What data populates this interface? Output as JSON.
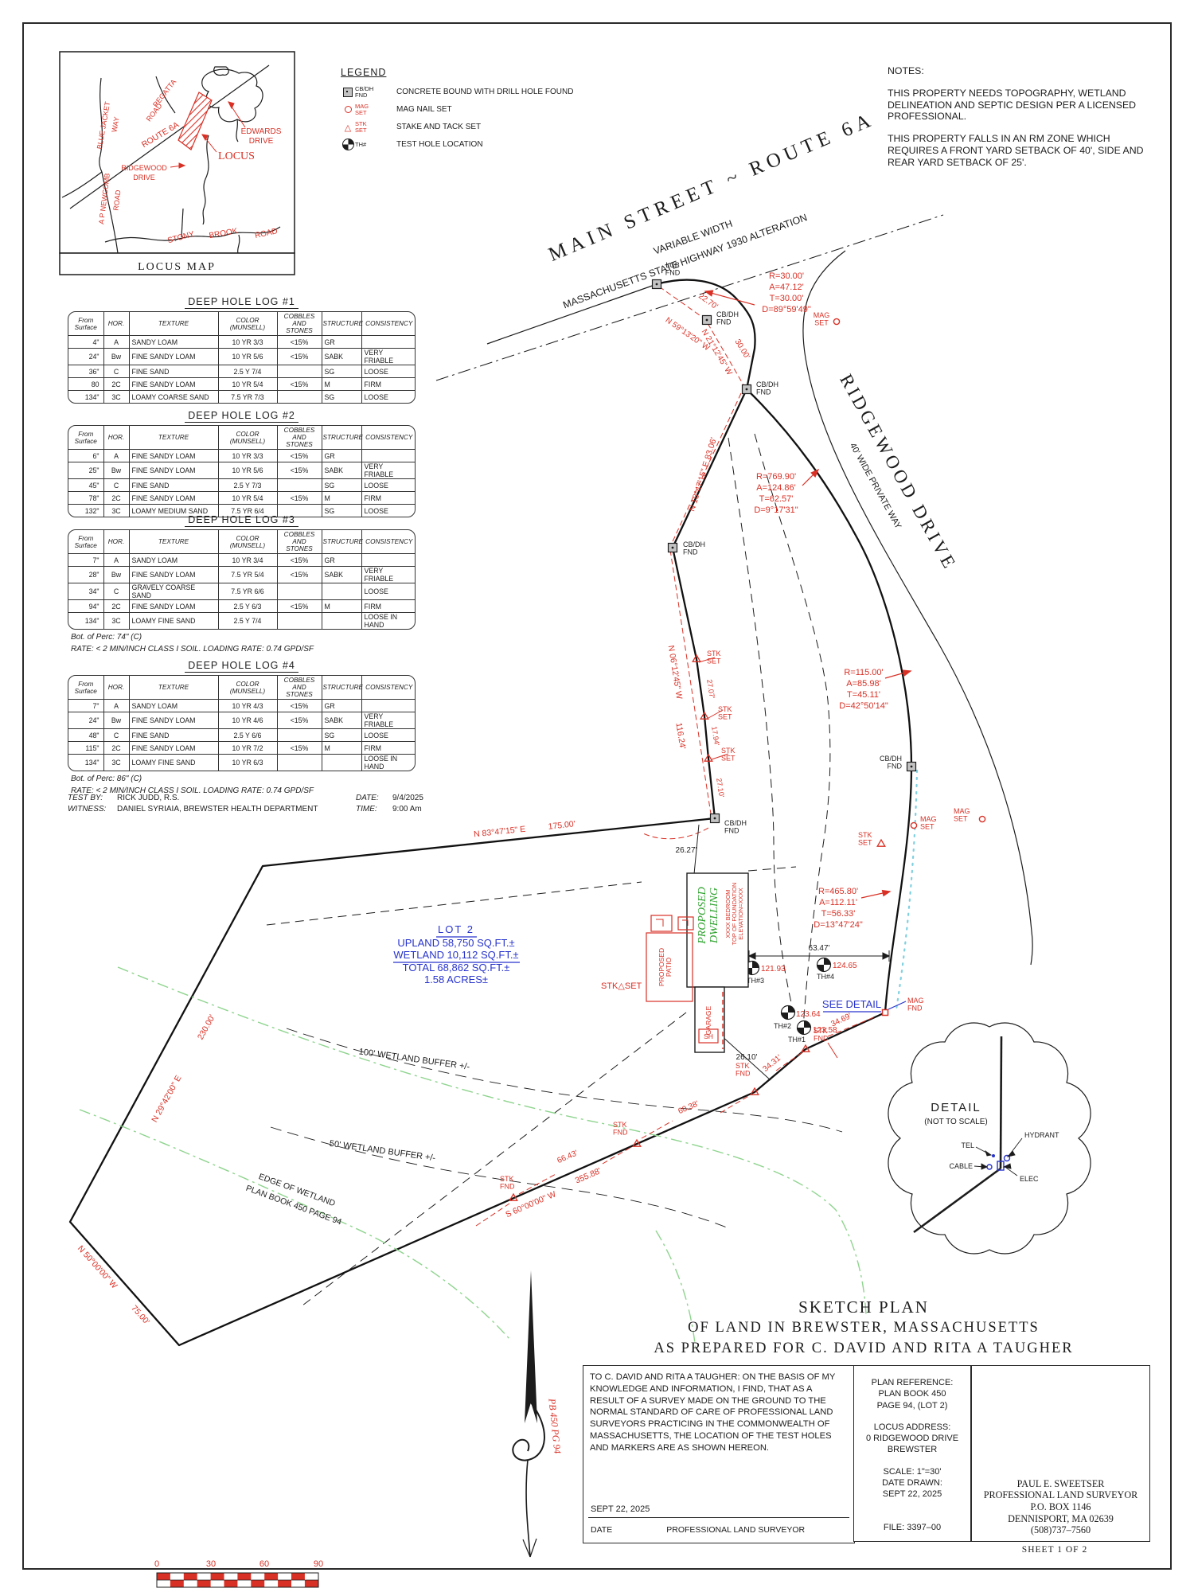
{
  "sheet": {
    "sheet_label": "SHEET 1 OF 2"
  },
  "locus": {
    "caption": "LOCUS MAP",
    "labels": {
      "blue_jacket": "BLUE JACKET",
      "way": "WAY",
      "regatta": "REGATTA",
      "route_6a": "ROUTE  6A",
      "edwards": "EDWARDS",
      "drive": "DRIVE",
      "locus": "LOCUS",
      "ridgewood": "RIDGEWOOD",
      "newcomb": "A P NEWCOMB",
      "road": "ROAD",
      "stony": "STONY",
      "brook": "BROOK"
    }
  },
  "legend": {
    "title": "LEGEND",
    "items": [
      {
        "symbol": "cb-dh-found-icon",
        "label": "CB/DH\nFND",
        "desc": "CONCRETE BOUND WITH DRILL HOLE FOUND"
      },
      {
        "symbol": "mag-nail-icon",
        "label": "MAG\nSET",
        "desc": "MAG NAIL SET"
      },
      {
        "symbol": "stake-icon",
        "label": "STK\nSET",
        "desc": "STAKE AND TACK SET"
      },
      {
        "symbol": "test-hole-icon",
        "label": "TH#",
        "desc": "TEST HOLE LOCATION"
      }
    ]
  },
  "notes": {
    "title": "NOTES:",
    "para1": "THIS PROPERTY NEEDS TOPOGRAPHY, WETLAND DELINEATION AND SEPTIC DESIGN PER A LICENSED PROFESSIONAL.",
    "para2": "THIS PROPERTY FALLS IN AN RM ZONE WHICH REQUIRES A FRONT YARD SETBACK OF 40', SIDE AND REAR YARD SETBACK OF 25'."
  },
  "log_headers": [
    "From\nSurface",
    "HOR.",
    "TEXTURE",
    "COLOR\n(MUNSELL)",
    "COBBLES\nAND\nSTONES",
    "STRUCTURE",
    "CONSISTENCY"
  ],
  "logs": [
    {
      "title": "DEEP HOLE LOG #1",
      "rows": [
        [
          "4\"",
          "A",
          "SANDY LOAM",
          "10 YR 3/3",
          "<15%",
          "GR",
          ""
        ],
        [
          "24\"",
          "Bw",
          "FINE SANDY LOAM",
          "10 YR 5/6",
          "<15%",
          "SABK",
          "VERY FRIABLE"
        ],
        [
          "36\"",
          "C",
          "FINE SAND",
          "2.5 Y 7/4",
          "",
          "SG",
          "LOOSE"
        ],
        [
          "80",
          "2C",
          "FINE SANDY LOAM",
          "10 YR 5/4",
          "<15%",
          "M",
          "FIRM"
        ],
        [
          "134\"",
          "3C",
          "LOAMY COARSE SAND",
          "7.5 YR 7/3",
          "",
          "SG",
          "LOOSE"
        ]
      ],
      "notes": []
    },
    {
      "title": "DEEP HOLE LOG #2",
      "rows": [
        [
          "6\"",
          "A",
          "FINE SANDY LOAM",
          "10 YR 3/3",
          "<15%",
          "GR",
          ""
        ],
        [
          "25\"",
          "Bw",
          "FINE SANDY LOAM",
          "10 YR 5/6",
          "<15%",
          "SABK",
          "VERY FRIABLE"
        ],
        [
          "45\"",
          "C",
          "FINE SAND",
          "2.5 Y 7/3",
          "",
          "SG",
          "LOOSE"
        ],
        [
          "78\"",
          "2C",
          "FINE SANDY LOAM",
          "10 YR 5/4",
          "<15%",
          "M",
          "FIRM"
        ],
        [
          "132\"",
          "3C",
          "LOAMY MEDIUM SAND",
          "7.5 YR 6/4",
          "",
          "SG",
          "LOOSE"
        ]
      ],
      "notes": []
    },
    {
      "title": "DEEP HOLE LOG #3",
      "rows": [
        [
          "7\"",
          "A",
          "SANDY LOAM",
          "10 YR 3/4",
          "<15%",
          "GR",
          ""
        ],
        [
          "28\"",
          "Bw",
          "FINE SANDY LOAM",
          "7.5 YR 5/4",
          "<15%",
          "SABK",
          "VERY FRIABLE"
        ],
        [
          "34\"",
          "C",
          "GRAVELY COARSE SAND",
          "7.5 YR 6/6",
          "",
          "",
          "LOOSE"
        ],
        [
          "94\"",
          "2C",
          "FINE SANDY LOAM",
          "2.5 Y 6/3",
          "<15%",
          "M",
          "FIRM"
        ],
        [
          "134\"",
          "3C",
          "LOAMY FINE SAND",
          "2.5 Y 7/4",
          "",
          "",
          "LOOSE IN HAND"
        ]
      ],
      "notes": [
        "Bot.  of  Perc:  74\" (C)",
        "RATE: < 2 MIN/INCH   CLASS I SOIL.   LOADING RATE:  0.74 GPD/SF"
      ]
    },
    {
      "title": "DEEP HOLE LOG #4",
      "rows": [
        [
          "7\"",
          "A",
          "SANDY LOAM",
          "10 YR 4/3",
          "<15%",
          "GR",
          ""
        ],
        [
          "24\"",
          "Bw",
          "FINE SANDY LOAM",
          "10 YR 4/6",
          "<15%",
          "SABK",
          "VERY FRIABLE"
        ],
        [
          "48\"",
          "C",
          "FINE SAND",
          "2.5 Y 6/6",
          "",
          "SG",
          "LOOSE"
        ],
        [
          "115\"",
          "2C",
          "FINE SANDY LOAM",
          "10 YR 7/2",
          "<15%",
          "M",
          "FIRM"
        ],
        [
          "134\"",
          "3C",
          "LOAMY FINE SAND",
          "10 YR 6/3",
          "",
          "",
          "LOOSE IN HAND"
        ]
      ],
      "notes": [
        "Bot.  of  Perc:  86\" (C)",
        "RATE: < 2 MIN/INCH   CLASS I SOIL.   LOADING RATE:  0.74 GPD/SF"
      ]
    }
  ],
  "test_info": {
    "test_by_label": "TEST BY:",
    "test_by": "RICK JUDD, R.S.",
    "witness_label": "WITNESS:",
    "witness": "DANIEL SYRIAIA, BREWSTER HEALTH DEPARTMENT",
    "date_label": "DATE:",
    "date": "9/4/2025",
    "time_label": "TIME:",
    "time": "9:00 Am"
  },
  "plan": {
    "street": {
      "main": "MAIN  STREET   ~   ROUTE  6A",
      "var_width": "VARIABLE WIDTH",
      "hwy": "MASSACHUSETTS STATE HIGHWAY 1930 ALTERATION",
      "ridgewood": "RIDGEWOOD  DRIVE",
      "ridgewood_sub": "40'  WIDE  PRIVATE  WAY"
    },
    "markers": {
      "lcb": "LCB\nFND",
      "cbdh": "CB/DH\nFND",
      "mag_set": "MAG\nSET",
      "mag_fnd": "MAG\nFND",
      "stk_set": "STK\nSET",
      "stk_fnd": "STK\nFND",
      "stk_set_inline": "STK△SET",
      "th1": "TH#1",
      "th2": "TH#2",
      "th3": "TH#3",
      "th4": "TH#4"
    },
    "bearings": {
      "b1": "N 59°13'20\" W",
      "b1d": "22.70'",
      "b2": "N 21°12'45\" W",
      "b2d": "30.00'",
      "b3": "N 18°47'15\" E   83.06'",
      "b4": "N 06°12'45\" W",
      "b4d": "116.24'",
      "s1": "27.07'",
      "s2": "17.94'",
      "s3": "27.10'",
      "b5": "N 83°47'15\" E",
      "b5d": "175.00'",
      "b6": "N 29°42'00\" E",
      "b6d": "230.00'",
      "b7": "N 50°00'00\" W",
      "b7d": "75.00'",
      "b8": "S 60°00'00\" W",
      "b8d": "355.88'",
      "s4": "66.43'",
      "s5": "60.38'",
      "s6": "34.31'",
      "s7": "34.69'",
      "tie1": "26.27'",
      "tie2": "26.10'",
      "dim1": "63.47'"
    },
    "curves": {
      "c1": {
        "l1": "R=30.00'",
        "l2": "A=47.12'",
        "l3": "T=30.00'",
        "l4": "D=89°59'49\""
      },
      "c2": {
        "l1": "R=769.90'",
        "l2": "A=124.86'",
        "l3": "T=62.57'",
        "l4": "D=9°17'31\""
      },
      "c3": {
        "l1": "R=115.00'",
        "l2": "A=85.98'",
        "l3": "T=45.11'",
        "l4": "D=42°50'14\""
      },
      "c4": {
        "l1": "R=465.80'",
        "l2": "A=112.11'",
        "l3": "T=56.33'",
        "l4": "D=13°47'24\""
      }
    },
    "elevations": {
      "e1": "123.58",
      "e2": "123.64",
      "e3": "121.93",
      "e4": "124.65"
    },
    "lot": {
      "l1": "LOT 2",
      "l2": "UPLAND  58,750  SQ.FT.±",
      "l3": "WETLAND  10,112  SQ.FT.±",
      "l4": "TOTAL    68,862  SQ.FT.±",
      "l5": "1.58  ACRES±"
    },
    "house": {
      "dwelling": "PROPOSED\nDWELLING",
      "note": "XXXX BEDROOM\nTOP OF FOUNDATION\nELEVATION=XXXX",
      "patio": "PROPOSED\nPATIO",
      "garage": "GARAGE",
      "sh": "SH"
    },
    "wetland": {
      "buf100": "100' WETLAND BUFFER +/-",
      "buf50": "50' WETLAND BUFFER +/-",
      "edge1": "EDGE OF WETLAND",
      "edge2": "PLAN BOOK 450 PAGE 94"
    },
    "misc": {
      "see_detail": "SEE  DETAIL"
    }
  },
  "detail": {
    "title": "DETAIL",
    "subtitle": "(NOT TO SCALE)",
    "tel": "TEL",
    "cable": "CABLE",
    "hydrant": "HYDRANT",
    "elec": "ELEC"
  },
  "titles": {
    "line1": "SKETCH  PLAN",
    "line2": "OF  LAND  IN  BREWSTER,  MASSACHUSETTS",
    "line3": "AS  PREPARED  FOR  C.  DAVID  AND  RITA  A  TAUGHER"
  },
  "certification": {
    "body": "TO C. DAVID AND RITA A TAUGHER: ON THE BASIS OF MY KNOWLEDGE AND INFORMATION, I FIND, THAT AS A RESULT OF A SURVEY MADE ON THE GROUND TO THE NORMAL STANDARD OF CARE OF PROFESSIONAL LAND SURVEYORS PRACTICING IN THE COMMONWEALTH OF MASSACHUSETTS, THE LOCATION OF THE TEST HOLES AND MARKERS ARE AS SHOWN HEREON.",
    "sig_date": "SEPT 22, 2025",
    "date_label": "DATE",
    "surveyor_label": "PROFESSIONAL LAND SURVEYOR"
  },
  "plan_reference": {
    "ref_title": "PLAN REFERENCE:",
    "ref1": "PLAN BOOK 450",
    "ref2": "PAGE 94, (LOT 2)",
    "addr_title": "LOCUS ADDRESS:",
    "addr1": "0 RIDGEWOOD DRIVE",
    "addr2": "BREWSTER",
    "scale": "SCALE: 1\"=30'",
    "date_drawn_label": "DATE DRAWN:",
    "date_drawn": "SEPT 22, 2025",
    "file": "FILE: 3397–00"
  },
  "surveyor": {
    "name": "PAUL  E.  SWEETSER",
    "title": "PROFESSIONAL  LAND  SURVEYOR",
    "po": "P.O.  BOX  1146",
    "city": "DENNISPORT,  MA  02639",
    "phone": "(508)737–7560"
  },
  "scale_bar": {
    "t0": "0",
    "t1": "30",
    "t2": "60",
    "t3": "90"
  },
  "north": {
    "pb": "PB 450 PG 94"
  }
}
